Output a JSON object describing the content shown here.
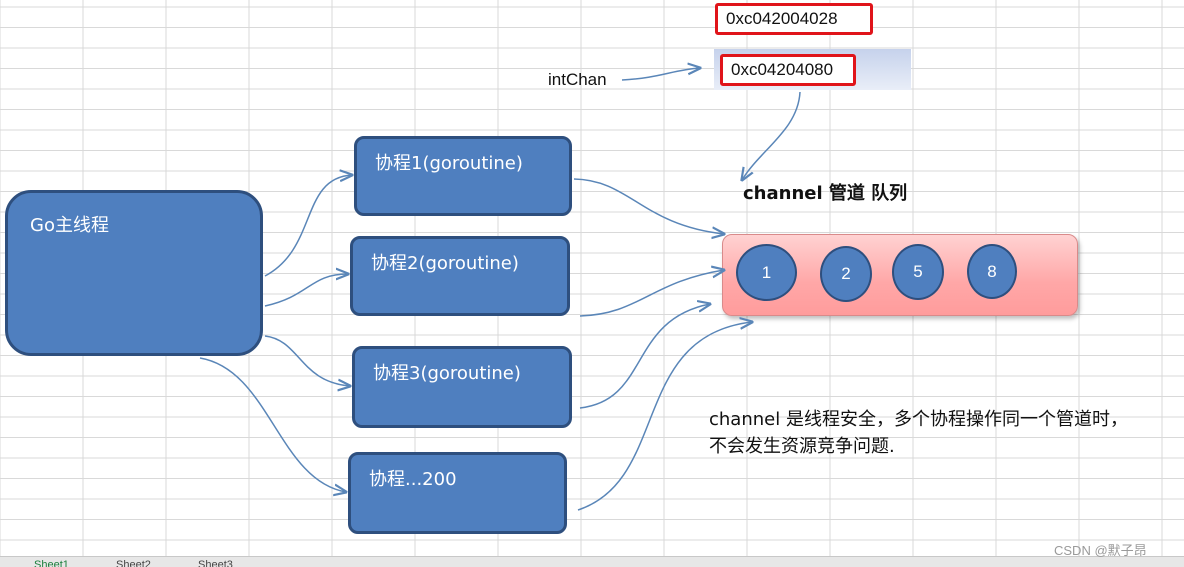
{
  "addresses": {
    "top": "0xc042004028",
    "chan_value": "0xc04204080"
  },
  "pointer_label": "intChan",
  "main_thread": "Go主线程",
  "goroutines": [
    "协程1(goroutine)",
    "协程2(goroutine)",
    "协程3(goroutine)",
    "协程...200"
  ],
  "channel_title": "channel 管道 队列",
  "queue_items": [
    "1",
    "2",
    "5",
    "8"
  ],
  "note_lines": [
    "channel  是线程安全，多个协程操作同一个管道时，",
    "不会发生资源竞争问题."
  ],
  "sheet_tabs": [
    "Sheet1",
    "Sheet2",
    "Sheet3"
  ],
  "watermark": "CSDN @默子昂",
  "colors": {
    "node_fill": "#4f7fbf",
    "node_border": "#2e4f7e",
    "queue_fill": "#ffa7a7",
    "highlight": "#e0141a",
    "arrow": "#5a86b8",
    "gridline": "#d9d9d9"
  }
}
